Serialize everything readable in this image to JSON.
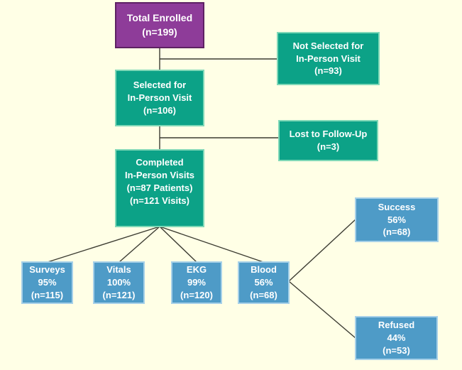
{
  "diagram": {
    "type": "flowchart",
    "background_color": "#FFFFE6",
    "connector_color": "#3C3C32",
    "colors": {
      "purple_fill": "#8E3C99",
      "purple_border": "#5E2163",
      "green_fill": "#0CA287",
      "green_border": "#7FD8B7",
      "blue_fill": "#4E9BC7",
      "blue_border": "#A6D0E8",
      "text": "#FFFFFF"
    },
    "nodes": {
      "total_enrolled": {
        "label": "Total Enrolled\n(n=199)",
        "color": "purple"
      },
      "not_selected": {
        "label": "Not Selected for\nIn-Person Visit\n(n=93)",
        "color": "green"
      },
      "selected": {
        "label": "Selected for\nIn-Person Visit\n(n=106)",
        "color": "green"
      },
      "lost": {
        "label": "Lost to Follow-Up\n(n=3)",
        "color": "green"
      },
      "completed": {
        "label": "Completed\nIn-Person Visits\n(n=87 Patients)\n(n=121 Visits)",
        "color": "green"
      },
      "surveys": {
        "label": "Surveys\n95%\n(n=115)",
        "color": "blue"
      },
      "vitals": {
        "label": "Vitals\n100%\n(n=121)",
        "color": "blue"
      },
      "ekg": {
        "label": "EKG\n99%\n(n=120)",
        "color": "blue"
      },
      "blood": {
        "label": "Blood\n56%\n(n=68)",
        "color": "blue"
      },
      "success": {
        "label": "Success\n56%\n(n=68)",
        "color": "blue"
      },
      "refused": {
        "label": "Refused\n44%\n(n=53)",
        "color": "blue"
      }
    },
    "edges": [
      {
        "from": "total_enrolled",
        "to": "selected"
      },
      {
        "from": "total_enrolled",
        "to": "not_selected"
      },
      {
        "from": "selected",
        "to": "completed"
      },
      {
        "from": "selected",
        "to": "lost"
      },
      {
        "from": "completed",
        "to": "surveys"
      },
      {
        "from": "completed",
        "to": "vitals"
      },
      {
        "from": "completed",
        "to": "ekg"
      },
      {
        "from": "completed",
        "to": "blood"
      },
      {
        "from": "blood",
        "to": "success"
      },
      {
        "from": "blood",
        "to": "refused"
      }
    ]
  }
}
